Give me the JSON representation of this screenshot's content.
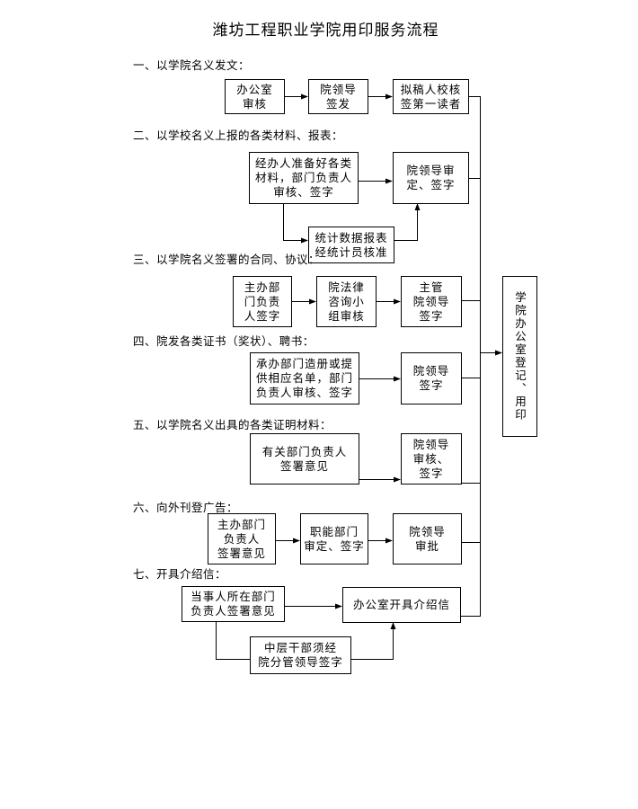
{
  "title": "潍坊工程职业学院用印服务流程",
  "sections": [
    {
      "label": "一、以学院名义发文：",
      "boxes": [
        "办公室\n审核",
        "院领导\n签发",
        "拟稿人校核\n签第一读者"
      ]
    },
    {
      "label": "二、以学校名义上报的各类材料、报表：",
      "boxes": [
        "经办人准备好各类\n材料，部门负责人\n审核、签字",
        "院领导审\n定、签字",
        "统计数据报表\n经统计员核准"
      ]
    },
    {
      "label": "三、以学院名义签署的合同、协议：",
      "boxes": [
        "主办部\n门负责\n人签字",
        "院法律\n咨询小\n组审核",
        "主管\n院领导\n签字"
      ]
    },
    {
      "label": "四、院发各类证书（奖状）、聘书：",
      "boxes": [
        "承办部门造册或提\n供相应名单，部门\n负责人审核、签字",
        "院领导\n签字"
      ]
    },
    {
      "label": "五、以学院名义出具的各类证明材料：",
      "boxes": [
        "有关部门负责人\n签署意见",
        "院领导\n审核、\n签字"
      ]
    },
    {
      "label": "六、向外刊登广告：",
      "boxes": [
        "主办部门\n负责人\n签署意见",
        "职能部门\n审定、签字",
        "院领导\n审批"
      ]
    },
    {
      "label": "七、开具介绍信：",
      "boxes": [
        "当事人所在部门\n负责人签署意见",
        "办公室开具介绍信",
        "中层干部须经\n院分管领导签字"
      ]
    }
  ],
  "final_box": "学院办公室登记、用印"
}
